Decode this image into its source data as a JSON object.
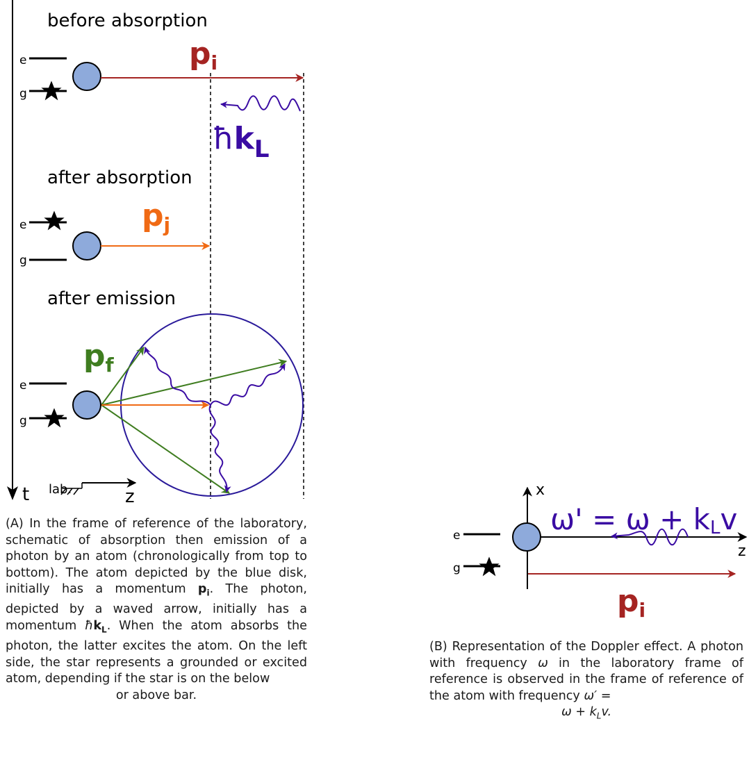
{
  "panel_a": {
    "stages": {
      "before": "before absorption",
      "after_absorption": "after absorption",
      "after_emission": "after emission"
    },
    "levels": {
      "excited": "e",
      "ground": "g"
    },
    "momentum_labels": {
      "initial_p": "p",
      "initial_sub": "i",
      "intermediate_p": "p",
      "intermediate_sub": "j",
      "final_p": "p",
      "final_sub": "f"
    },
    "photon_label": {
      "hbar": "ħ",
      "k": "k",
      "sub": "L"
    },
    "axes": {
      "time": "t",
      "lab": "lab.",
      "z": "z"
    },
    "caption": {
      "tag": "(A)",
      "text_1": " In the frame of reference of the laboratory, schematic of absorption then emission of a photon by an atom (chronologically from top to bottom). The atom depicted by the blue disk, initially has a momentum ",
      "p_bold": "p",
      "p_sub": "i",
      "text_2": ". The photon, depicted by a waved arrow, initially has a momentum ",
      "hbar": "ħ",
      "k_bold": "k",
      "k_sub": "L",
      "text_3": ". When the atom absorbs the photon, the latter excites the atom. On the left side, the star represents a grounded or excited atom, depending if the star is on the below",
      "last_line": "or above bar."
    }
  },
  "panel_b": {
    "axes": {
      "x": "x",
      "z": "z"
    },
    "levels": {
      "excited": "e",
      "ground": "g"
    },
    "formula": "ω' = ω + k",
    "formula_sub": "L",
    "formula_tail": "v",
    "momentum_p": "p",
    "momentum_sub": "i",
    "caption": {
      "tag": "(B)",
      "text_1": " Representation of the Doppler effect. A photon with frequency ",
      "omega": "ω",
      "text_2": " in the laboratory frame of reference is observed in the frame of reference of the atom with frequency ",
      "omega_prime": "ω′",
      "text_3": " =",
      "last_line": "ω + k",
      "last_sub": "L",
      "last_tail": "v."
    }
  },
  "colors": {
    "pi": "#a52422",
    "pj": "#f06a14",
    "pf": "#3f7d20",
    "photon": "#3a0ca3",
    "atom": "#8eaadb",
    "circle": "#2a1a9a"
  }
}
